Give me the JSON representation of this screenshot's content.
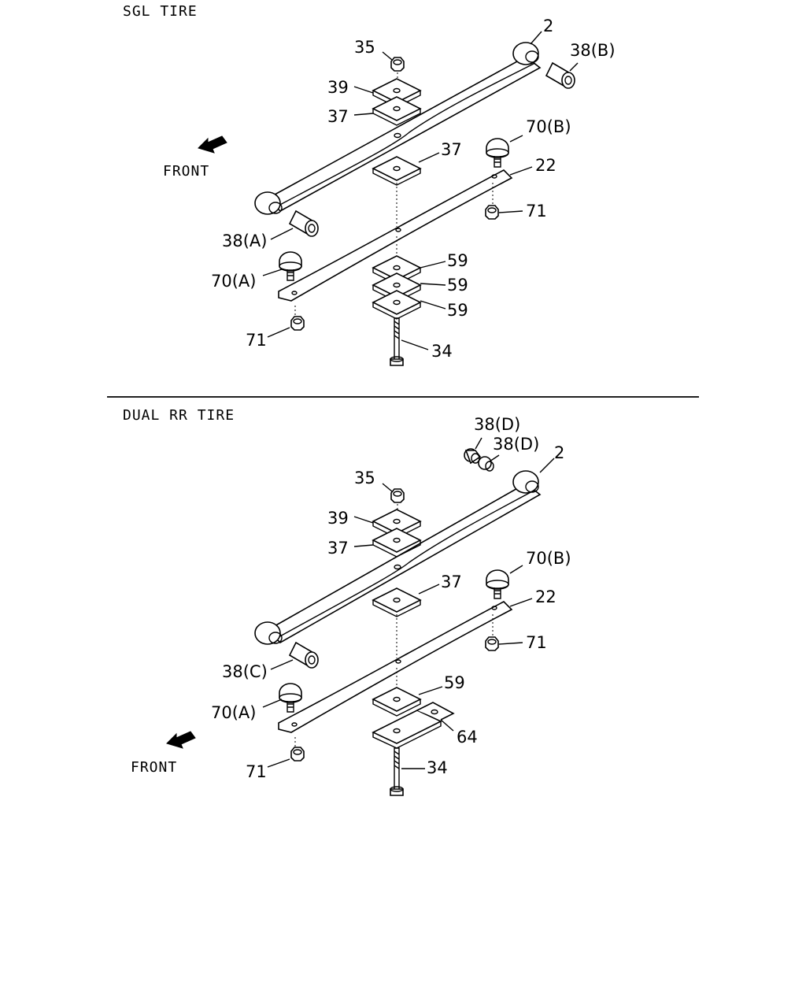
{
  "sections": {
    "sgl": {
      "title": "SGL TIRE",
      "front": "FRONT",
      "labels": {
        "l2": "2",
        "l35": "35",
        "l38b": "38(B)",
        "l39": "39",
        "l37a": "37",
        "l70b": "70(B)",
        "l37b": "37",
        "l22": "22",
        "l71a": "71",
        "l38a": "38(A)",
        "l59a": "59",
        "l70a": "70(A)",
        "l59b": "59",
        "l59c": "59",
        "l71b": "71",
        "l34": "34"
      }
    },
    "dual": {
      "title": "DUAL RR TIRE",
      "front": "FRONT",
      "labels": {
        "l38d1": "38(D)",
        "l38d2": "38(D)",
        "l2": "2",
        "l35": "35",
        "l39": "39",
        "l37a": "37",
        "l70b": "70(B)",
        "l37b": "37",
        "l22": "22",
        "l71a": "71",
        "l38c": "38(C)",
        "l59": "59",
        "l70a": "70(A)",
        "l64": "64",
        "l71b": "71",
        "l34": "34"
      }
    }
  }
}
